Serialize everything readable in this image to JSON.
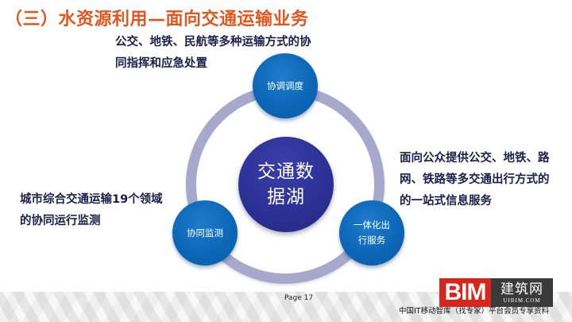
{
  "slide": {
    "title": "（三）水资源利用—面向交通运输业务",
    "title_color": "#E5561E",
    "page_label": "Page 17"
  },
  "callouts": {
    "top": {
      "lines": [
        "公交、地铁、民航等多种运输方式的协",
        "同指挥和应急处置"
      ]
    },
    "right": {
      "lines": [
        "面向公众提供公交、地铁、路",
        "网、铁路等多交通出行方式的",
        "的一站式信息服务"
      ]
    },
    "left": {
      "lines": [
        "城市综合交通运输19个领域",
        "的协同运行监测"
      ]
    }
  },
  "diagram": {
    "hub": {
      "lines": [
        "交通数",
        "据湖"
      ],
      "color": "#2C3196"
    },
    "ring_color": "#A6A9CC",
    "node_color": "#0C67B7",
    "nodes": [
      {
        "id": "top",
        "lines": [
          "协调调度"
        ]
      },
      {
        "id": "left",
        "lines": [
          "协同监测"
        ]
      },
      {
        "id": "right",
        "lines": [
          "一体化出",
          "行服务"
        ]
      }
    ]
  },
  "footer": {
    "watermark": {
      "bim": "BIM",
      "cn": "建筑网",
      "url": "UIBIM.COM"
    },
    "source": "中国IT移动智库（找专家）平台会员专享资料"
  }
}
